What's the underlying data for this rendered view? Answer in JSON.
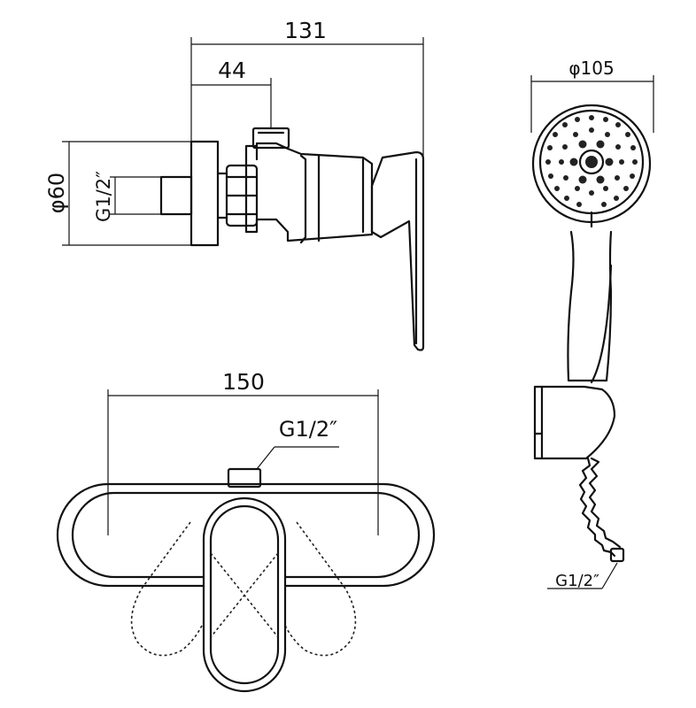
{
  "dimensions": {
    "side_total": "131",
    "side_inlet": "44",
    "side_diameter": "φ60",
    "side_thread": "G1/2″",
    "front_width": "150",
    "front_thread": "G1/2″",
    "handshower_diameter": "φ105",
    "hose_thread": "G1/2″"
  }
}
